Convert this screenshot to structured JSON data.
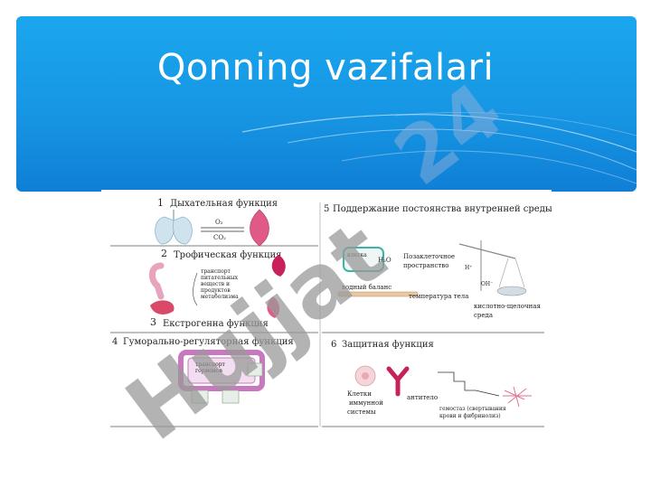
{
  "slide": {
    "title": "Qonning vazifalari"
  },
  "figure": {
    "sections": {
      "s1": {
        "num": "1",
        "label": "Дыхательная функция",
        "o2": "O₂",
        "co2": "CO₂"
      },
      "s2": {
        "num": "2",
        "label": "Трофическая функция",
        "transport": [
          "транспорт",
          "питательных",
          "веществ и",
          "продуктов",
          "метаболизма"
        ]
      },
      "s3": {
        "num": "3",
        "label": "Екстрогенна функция"
      },
      "s4": {
        "num": "4",
        "label": "Гуморально-регуляторная функция",
        "transport": [
          "транспорт",
          "гормонов"
        ]
      },
      "s5": {
        "num": "5",
        "label": "Поддержание постоянства внутренней среды",
        "cell": "клетка",
        "h2o": "H₂O",
        "space": [
          "Позаклеточное",
          "пространство"
        ],
        "water": "водный баланс",
        "temp": "температура тела",
        "h_ion": "H⁺",
        "oh_ion": "OH⁻",
        "acid": [
          "кислотно-щелочная",
          "среда"
        ]
      },
      "s6": {
        "num": "6",
        "label": "Защитная функция",
        "immune": [
          "Клетки",
          "иммунной",
          "системы"
        ],
        "antibody": "антитело",
        "hemostasis": [
          "гемостаз (свертывания",
          "крови и фибринолиз)"
        ]
      }
    }
  },
  "watermark": {
    "text": "Hujjat",
    "badge": "24"
  },
  "colors": {
    "banner": "#1796e3",
    "title": "#ffffff",
    "section_number": "#c8202c",
    "organ_pink": "#e05a87",
    "watermark": "#9a9a9a"
  }
}
